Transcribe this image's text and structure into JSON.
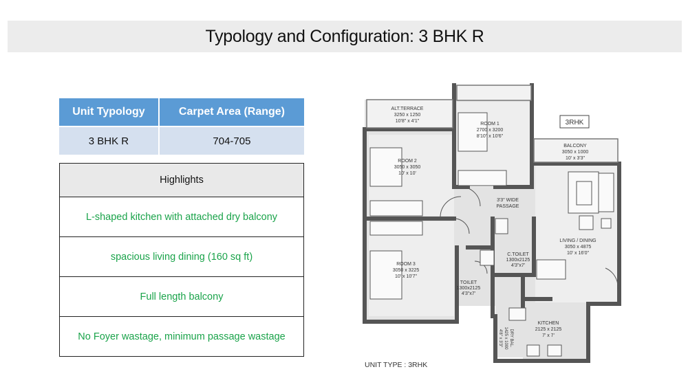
{
  "title": "Typology and Configuration: 3 BHK R",
  "typology_table": {
    "headers": [
      "Unit Typology",
      "Carpet Area (Range)"
    ],
    "row": [
      "3 BHK R",
      "704-705"
    ]
  },
  "highlights": {
    "header": "Highlights",
    "items": [
      "L-shaped kitchen with attached dry balcony",
      "spacious living dining (160 sq ft)",
      "Full length balcony",
      "No Foyer wastage, minimum passage wastage"
    ]
  },
  "floor_plan": {
    "tag": "3RHK",
    "unit_type": "UNIT TYPE : 3RHK",
    "alt_terrace": {
      "name": "ALT.TERRACE",
      "metric": "3250 x 1250",
      "imperial": "10'8\" x 4'1\""
    },
    "room1": {
      "name": "ROOM 1",
      "metric": "2700 x 3200",
      "imperial": "8'10\" x 10'6\""
    },
    "room2": {
      "name": "ROOM 2",
      "metric": "3050 x 3050",
      "imperial": "10' x 10'"
    },
    "room3": {
      "name": "ROOM 3",
      "metric": "3050 x 3225",
      "imperial": "10' x 10'7\""
    },
    "balcony": {
      "name": "BALCONY",
      "metric": "3050 x 1000",
      "imperial": "10' x 3'3\""
    },
    "passage": {
      "line1": "3'3\" WIDE",
      "line2": "PASSAGE"
    },
    "living": {
      "name": "LIVING / DINING",
      "metric": "3050 x 4875",
      "imperial": "10' x 16'0\""
    },
    "ctoilet": {
      "name": "C.TOILET",
      "metric": "1300x2125",
      "imperial": "4'3\"x7'"
    },
    "toilet": {
      "name": "TOILET",
      "metric": "1300x2125",
      "imperial": "4'3\"x7'"
    },
    "kitchen": {
      "name": "KITCHEN",
      "metric": "2125 x 2125",
      "imperial": "7' x 7'"
    },
    "drybal": {
      "name": "DRY BAL.",
      "metric": "1425 x 1000",
      "imperial": "4'8\" x 3'3\""
    }
  }
}
